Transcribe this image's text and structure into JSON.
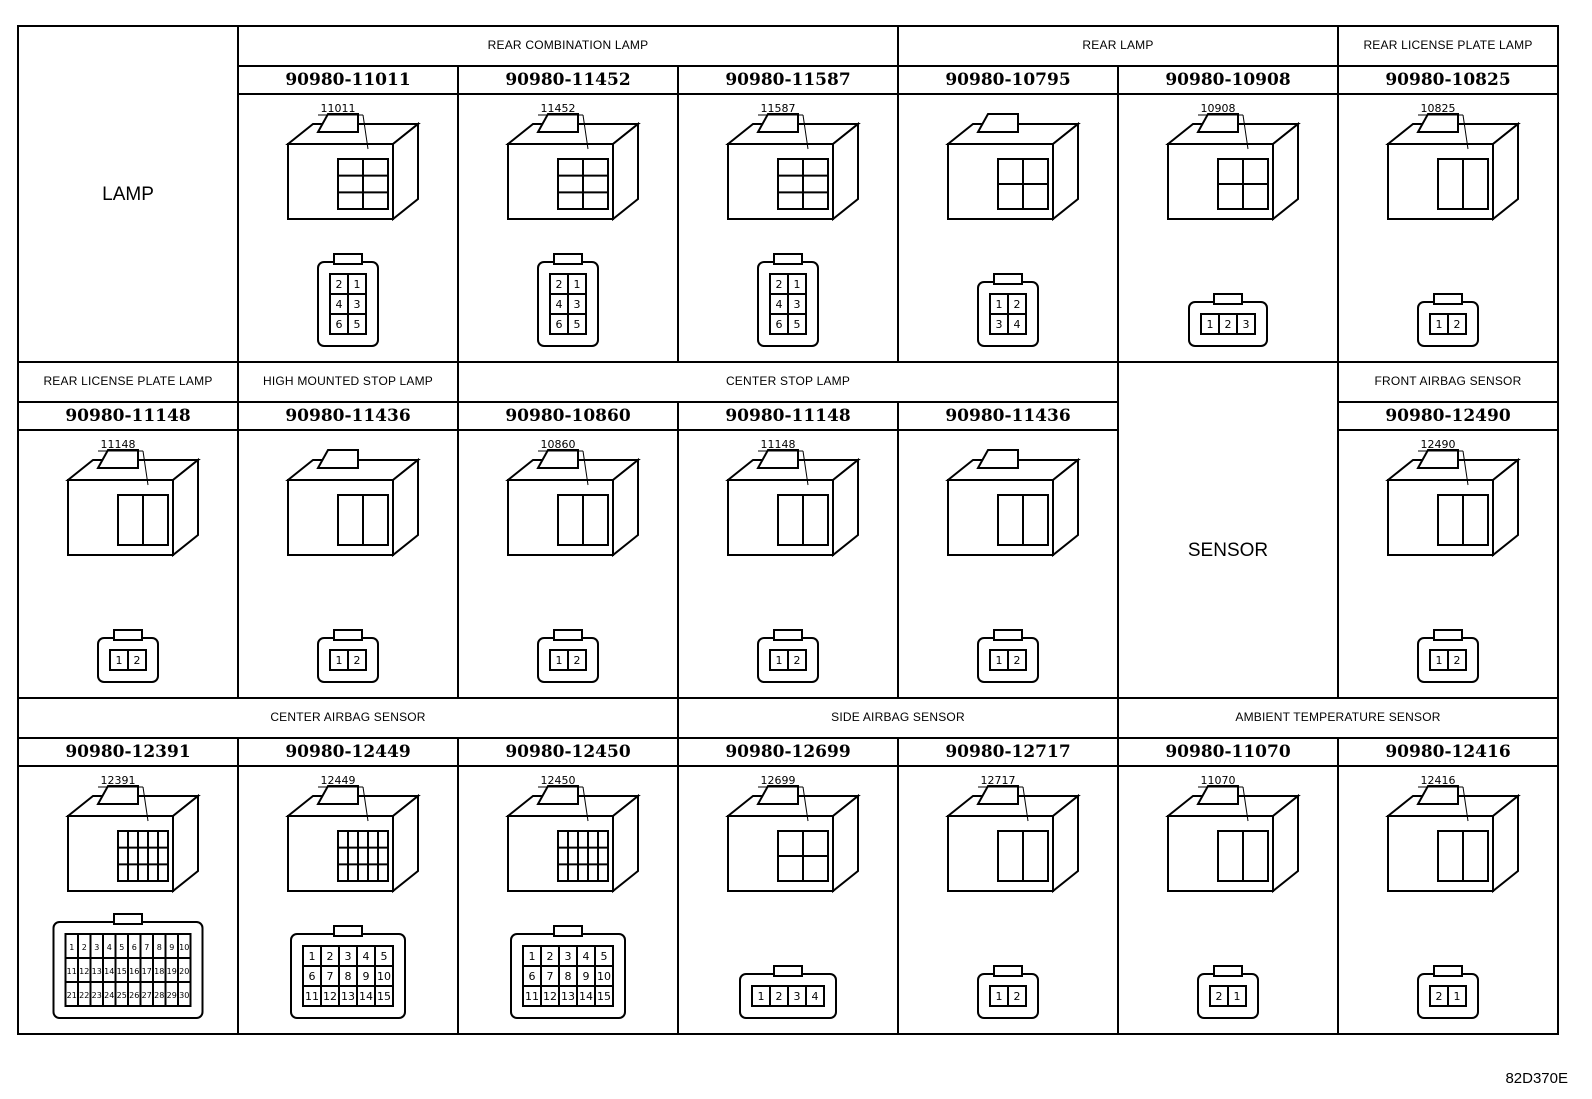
{
  "category_lamp": "LAMP",
  "category_sensor": "SENSOR",
  "reference_code": "82D370E",
  "groups": [
    {
      "key": "g-rear-combination-lamp",
      "label": "REAR COMBINATION LAMP"
    },
    {
      "key": "g-rear-lamp",
      "label": "REAR LAMP"
    },
    {
      "key": "g-rear-license-plate-lamp-1",
      "label": "REAR LICENSE PLATE LAMP"
    },
    {
      "key": "g-rear-license-plate-lamp-2",
      "label": "REAR LICENSE PLATE LAMP"
    },
    {
      "key": "g-high-mounted-stop-lamp",
      "label": "HIGH MOUNTED STOP LAMP"
    },
    {
      "key": "g-center-stop-lamp",
      "label": "CENTER STOP LAMP"
    },
    {
      "key": "g-front-airbag-sensor",
      "label": "FRONT AIRBAG SENSOR"
    },
    {
      "key": "g-center-airbag-sensor",
      "label": "CENTER AIRBAG SENSOR"
    },
    {
      "key": "g-side-airbag-sensor",
      "label": "SIDE AIRBAG SENSOR"
    },
    {
      "key": "g-ambient-temperature-sensor",
      "label": "AMBIENT TEMPERATURE SENSOR"
    }
  ],
  "connectors": [
    {
      "part": "90980-11011",
      "tag": "11011",
      "pins": [
        "2",
        "1",
        "4",
        "3",
        "6",
        "5"
      ]
    },
    {
      "part": "90980-11452",
      "tag": "11452",
      "pins": [
        "2",
        "1",
        "4",
        "3",
        "6",
        "5"
      ]
    },
    {
      "part": "90980-11587",
      "tag": "11587",
      "pins": [
        "2",
        "1",
        "4",
        "3",
        "6",
        "5"
      ]
    },
    {
      "part": "90980-10795",
      "tag": "",
      "pins": [
        "1",
        "2",
        "3",
        "4"
      ]
    },
    {
      "part": "90980-10908",
      "tag": "10908",
      "pins": [
        "1",
        "2",
        "3"
      ]
    },
    {
      "part": "90980-10825",
      "tag": "10825",
      "pins": [
        "1",
        "2"
      ]
    },
    {
      "part": "90980-11148",
      "tag": "11148",
      "pins": [
        "1",
        "2"
      ]
    },
    {
      "part": "90980-11436",
      "tag": "",
      "pins": [
        "1",
        "2"
      ]
    },
    {
      "part": "90980-10860",
      "tag": "10860",
      "pins": [
        "1",
        "2"
      ]
    },
    {
      "part": "90980-11148",
      "tag": "11148",
      "pins": [
        "1",
        "2"
      ]
    },
    {
      "part": "90980-11436",
      "tag": "",
      "pins": [
        "1",
        "2"
      ]
    },
    {
      "part": "90980-12490",
      "tag": "12490",
      "pins": [
        "1",
        "2"
      ]
    },
    {
      "part": "90980-12391",
      "tag": "12391",
      "pins": [
        "1",
        "2",
        "3",
        "4",
        "5",
        "6",
        "7",
        "8",
        "9",
        "10",
        "11",
        "12",
        "13",
        "14",
        "15",
        "16",
        "17",
        "18",
        "19",
        "20",
        "21",
        "22",
        "23",
        "24",
        "25",
        "26",
        "27",
        "28",
        "29",
        "30"
      ]
    },
    {
      "part": "90980-12449",
      "tag": "12449",
      "pins": [
        "1",
        "2",
        "3",
        "4",
        "5",
        "6",
        "7",
        "8",
        "9",
        "10",
        "11",
        "12",
        "13",
        "14",
        "15"
      ]
    },
    {
      "part": "90980-12450",
      "tag": "12450",
      "pins": [
        "1",
        "2",
        "3",
        "4",
        "5",
        "6",
        "7",
        "8",
        "9",
        "10",
        "11",
        "12",
        "13",
        "14",
        "15"
      ]
    },
    {
      "part": "90980-12699",
      "tag": "12699",
      "pins": [
        "1",
        "2",
        "3",
        "4"
      ]
    },
    {
      "part": "90980-12717",
      "tag": "12717",
      "pins": [
        "1",
        "2"
      ]
    },
    {
      "part": "90980-11070",
      "tag": "11070",
      "pins": [
        "2",
        "1"
      ]
    },
    {
      "part": "90980-12416",
      "tag": "12416",
      "pins": [
        "2",
        "1"
      ]
    }
  ]
}
